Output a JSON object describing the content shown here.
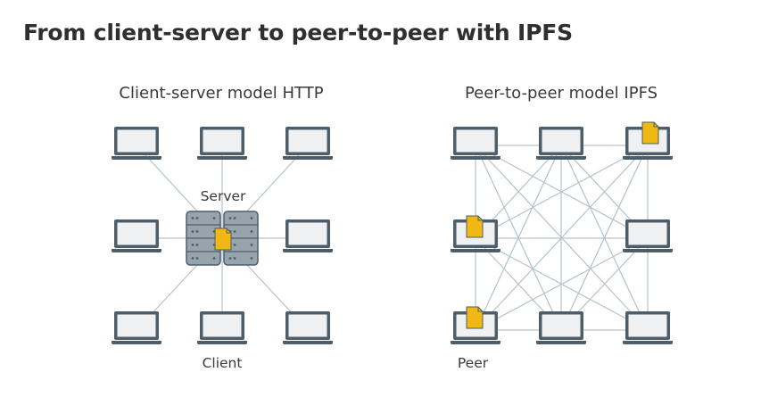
{
  "title": "From client-server to peer-to-peer with IPFS",
  "left_panel": {
    "heading": "Client-server model HTTP",
    "server_label": "Server",
    "client_label": "Client"
  },
  "right_panel": {
    "heading": "Peer-to-peer model IPFS",
    "peer_label": "Peer"
  },
  "colors": {
    "laptop_stroke": "#4d5e6a",
    "laptop_fill": "#eef0f1",
    "line": "#b3c3ca",
    "server": "#98a4ab",
    "file": "#f1b814"
  },
  "icons": [
    "laptop-icon",
    "server-icon",
    "file-icon"
  ]
}
